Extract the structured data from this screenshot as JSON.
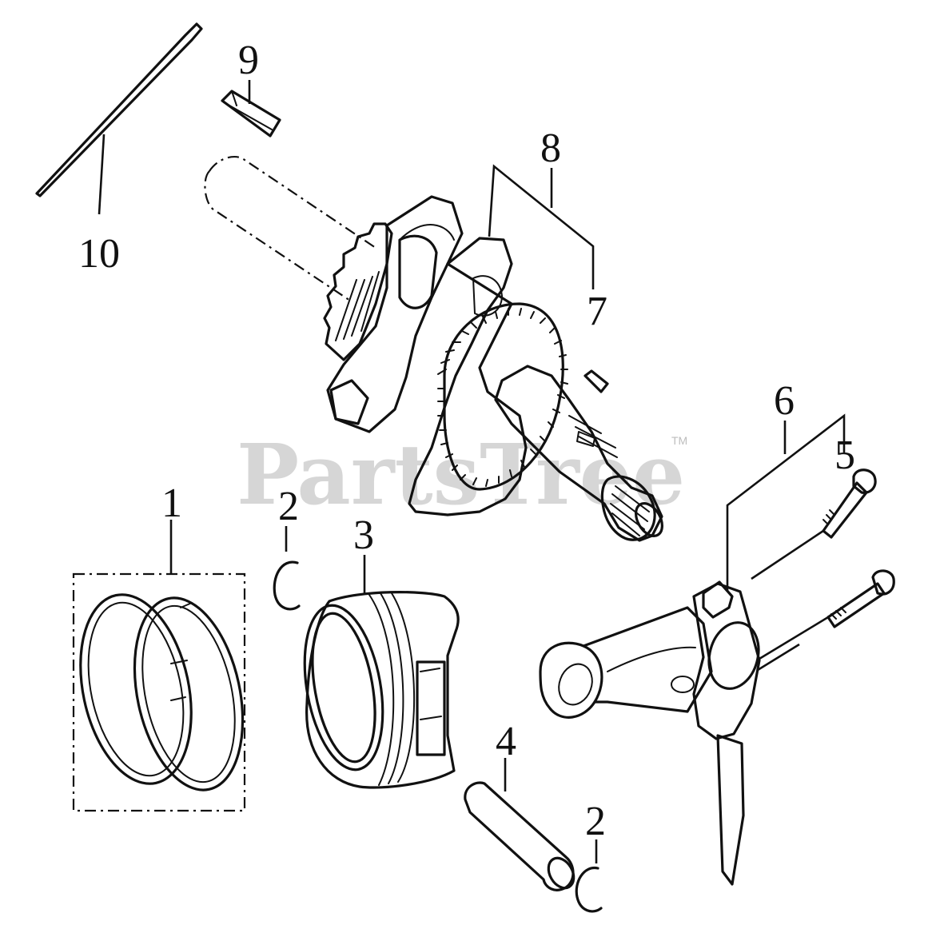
{
  "watermark": {
    "text": "PartsTree",
    "trademark": "TM"
  },
  "callouts": {
    "ring_set": "1",
    "clip_upper": "2",
    "piston": "3",
    "piston_pin": "4",
    "clip_lower": "2",
    "bolt": "5",
    "connecting_rod": "6",
    "key_small": "7",
    "crankshaft": "8",
    "key_top": "9",
    "dipper": "10"
  }
}
